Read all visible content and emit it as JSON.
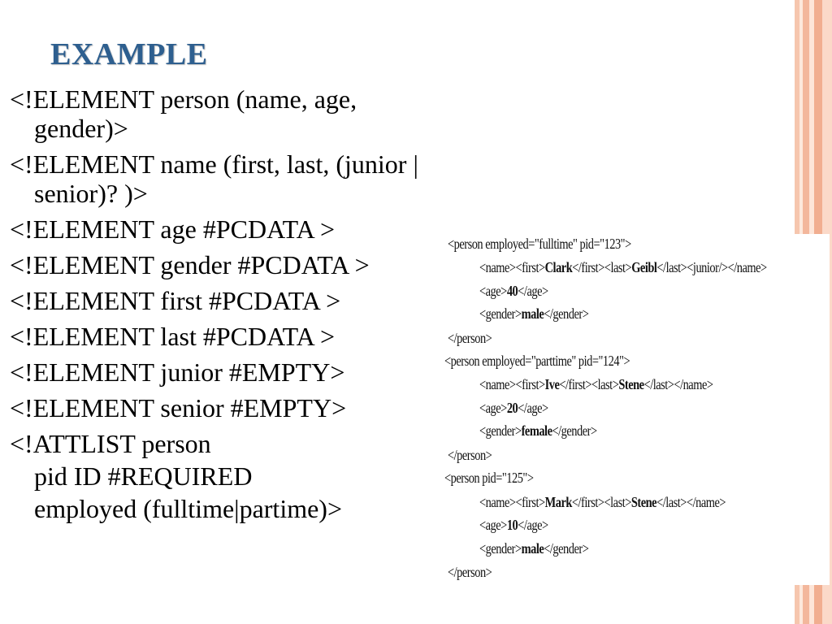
{
  "title": "EXAMPLE",
  "dtd_lines": [
    "<!ELEMENT person (name, age, gender)>",
    "<!ELEMENT name (first, last, (junior | senior)? )>",
    "<!ELEMENT age  #PCDATA >",
    "<!ELEMENT gender #PCDATA >",
    "<!ELEMENT first #PCDATA >",
    "<!ELEMENT last #PCDATA >",
    "<!ELEMENT junior #EMPTY>",
    "<!ELEMENT senior #EMPTY>",
    "<!ATTLIST person",
    "pid  ID #REQUIRED",
    "employed (fulltime|partime)>"
  ],
  "xml_sample": {
    "p1_open": "<person employed=\"fulltime\" pid=\"123\">",
    "p1_name_pre": "<name><first>",
    "p1_first": "Clark",
    "p1_name_mid": "</first><last>",
    "p1_last": "Geibl",
    "p1_name_post": "</last><junior/></name>",
    "p1_age_pre": "<age>",
    "p1_age": "40",
    "p1_age_post": "</age>",
    "p1_gender_pre": "<gender>",
    "p1_gender": "male",
    "p1_gender_post": "</gender>",
    "p1_close": "</person>",
    "p2_open": "<person employed=\"parttime\" pid=\"124\">",
    "p2_name_pre": "<name><first>",
    "p2_first": "Ive",
    "p2_name_mid": "</first><last>",
    "p2_last": "Stene",
    "p2_name_post": "</last></name>",
    "p2_age_pre": "<age>",
    "p2_age": "20",
    "p2_age_post": "</age>",
    "p2_gender_pre": "<gender>",
    "p2_gender": "female",
    "p2_gender_post": "</gender>",
    "p2_close": "</person>",
    "p3_open": "<person pid=\"125\">",
    "p3_name_pre": "<name><first>",
    "p3_first": "Mark",
    "p3_name_mid": "</first><last>",
    "p3_last": "Stene",
    "p3_name_post": "</last></name>",
    "p3_age_pre": "<age>",
    "p3_age": "10",
    "p3_age_post": "</age>",
    "p3_gender_pre": "<gender>",
    "p3_gender": "male",
    "p3_gender_post": "</gender>",
    "p3_close": "</person>"
  },
  "colors": {
    "title": "#2e5f8f",
    "stripe_dark": "#f1ae90",
    "stripe_light": "#fde5d8"
  }
}
